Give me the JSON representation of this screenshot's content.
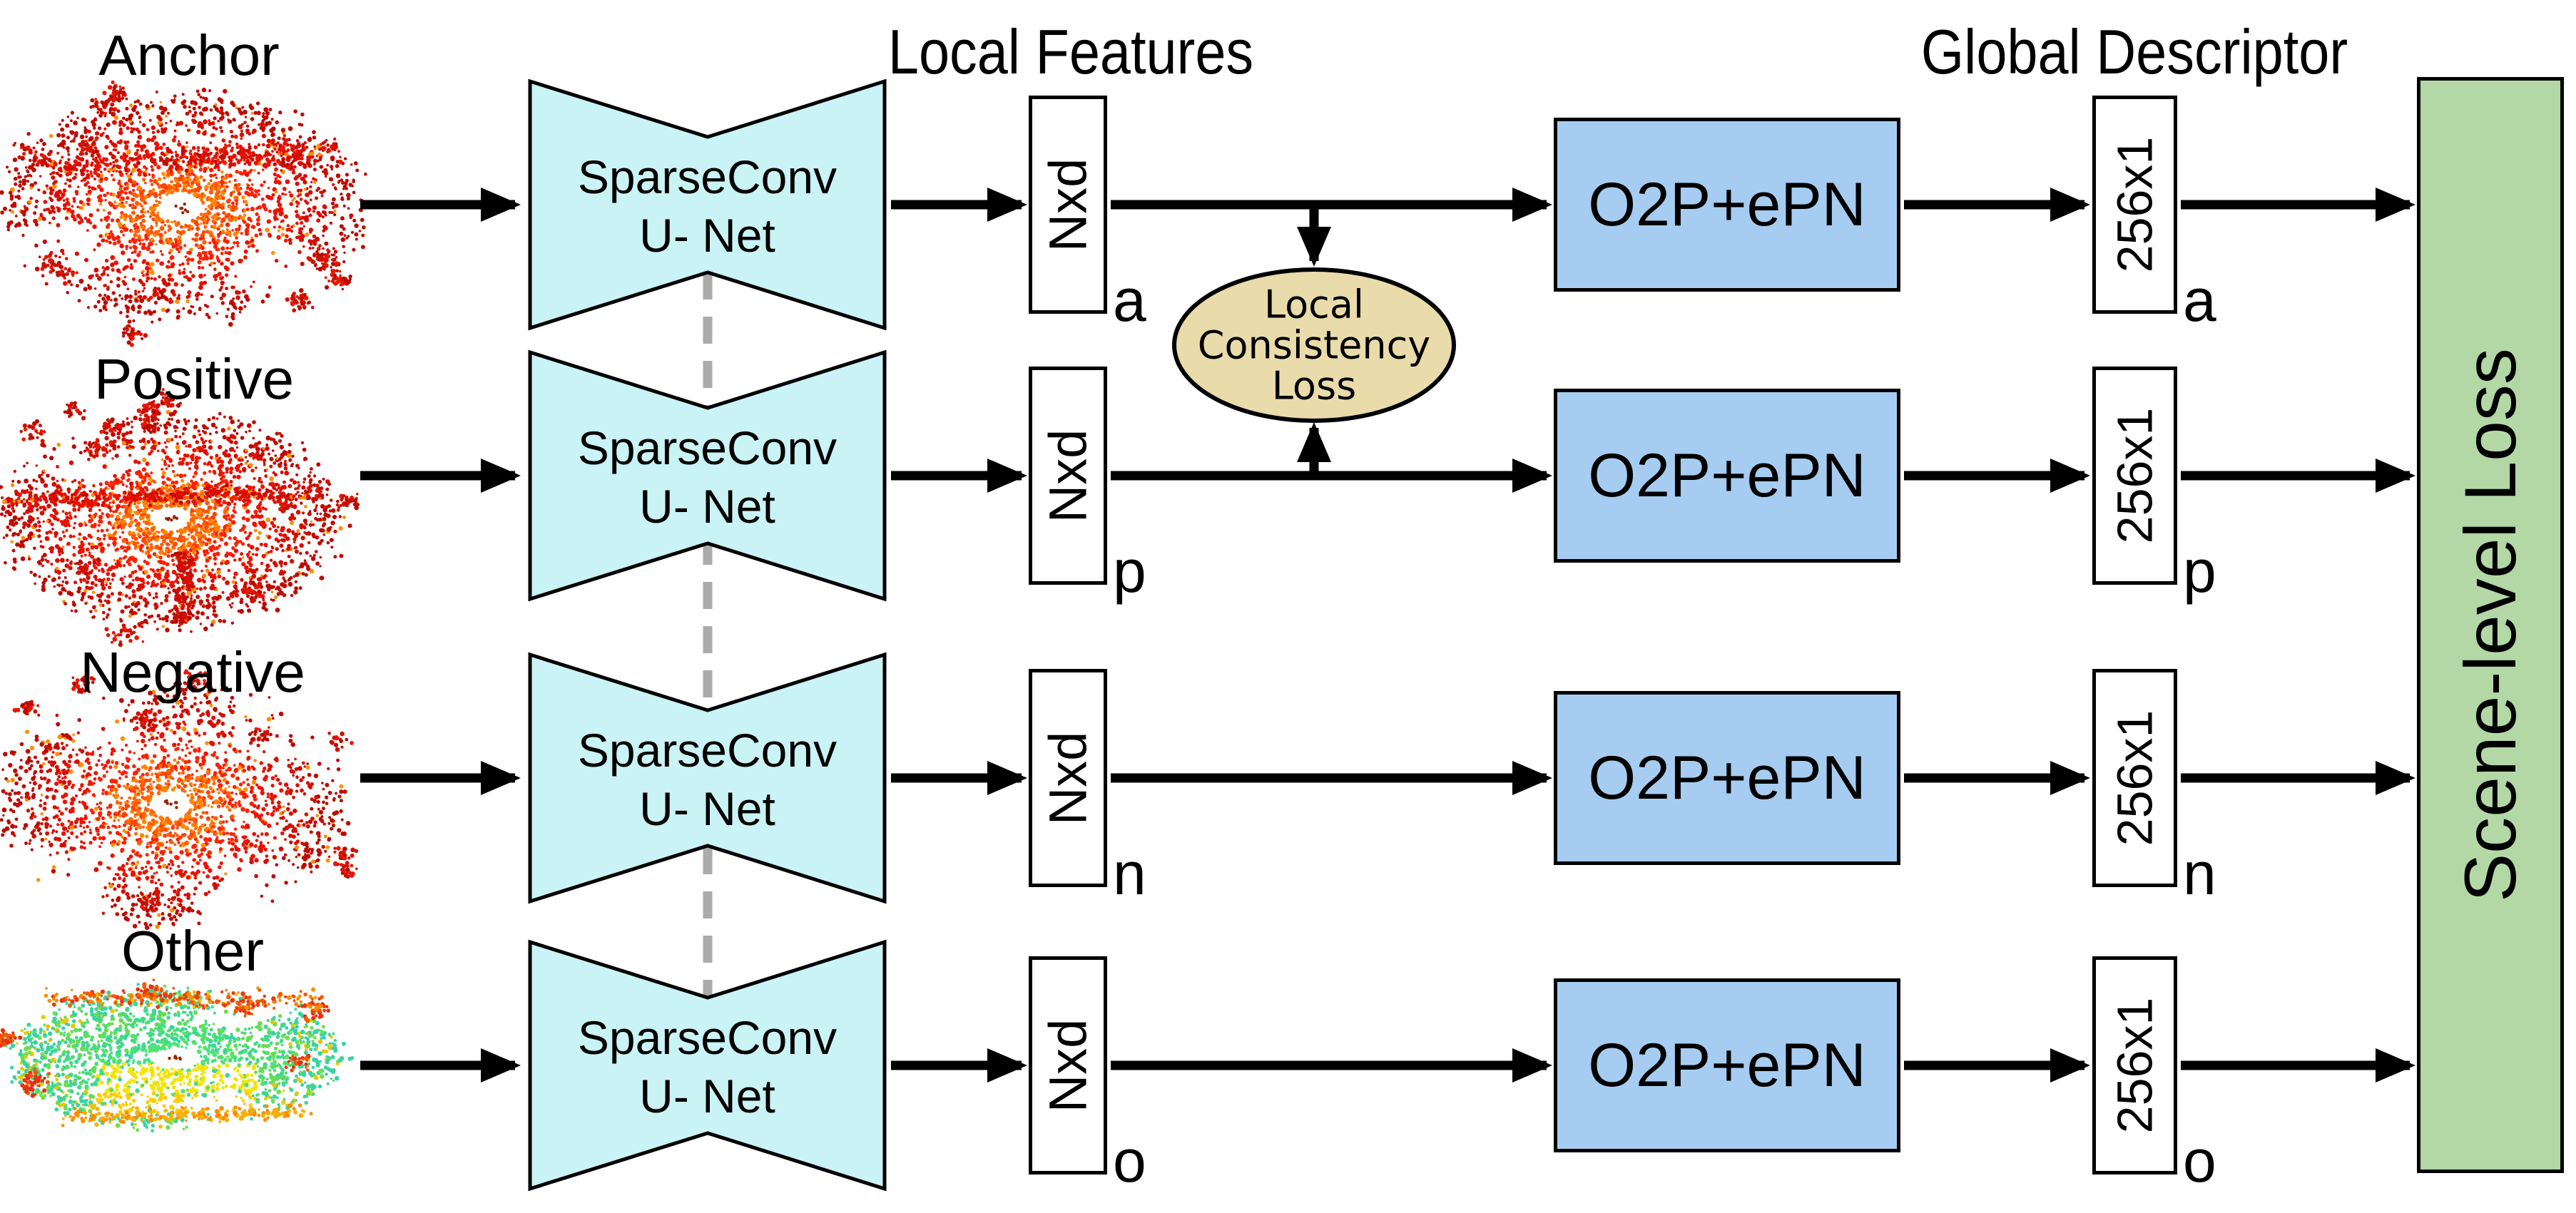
{
  "titles": {
    "local_features": "Local Features",
    "global_descriptor": "Global Descriptor"
  },
  "rows": [
    {
      "label": "Anchor",
      "subscript": "a"
    },
    {
      "label": "Positive",
      "subscript": "p"
    },
    {
      "label": "Negative",
      "subscript": "n"
    },
    {
      "label": "Other",
      "subscript": "o"
    }
  ],
  "blocks": {
    "backbone": {
      "line1": "SparseConv",
      "line2": "U- Net"
    },
    "local_feature_matrix": "Nxd",
    "aggregator": "O2P+ePN",
    "global_descriptor_vector": "256x1",
    "scene_loss": "Scene-level Loss",
    "consistency_loss": {
      "line1": "Local",
      "line2": "Consistency",
      "line3": "Loss"
    }
  },
  "colors": {
    "unet_fill": "#C9F3F5",
    "aggregator_fill": "#A6CDF1",
    "scene_loss_fill": "#B3D8A5",
    "consistency_fill": "#E9DBAA",
    "weight_share_dash": "#ABABAB",
    "ink": "#000000",
    "cloud_red": "#E81600",
    "cloud_orange": "#FF7A00",
    "cloud_green": "#55E36A",
    "cloud_yellow": "#F2DE06"
  }
}
